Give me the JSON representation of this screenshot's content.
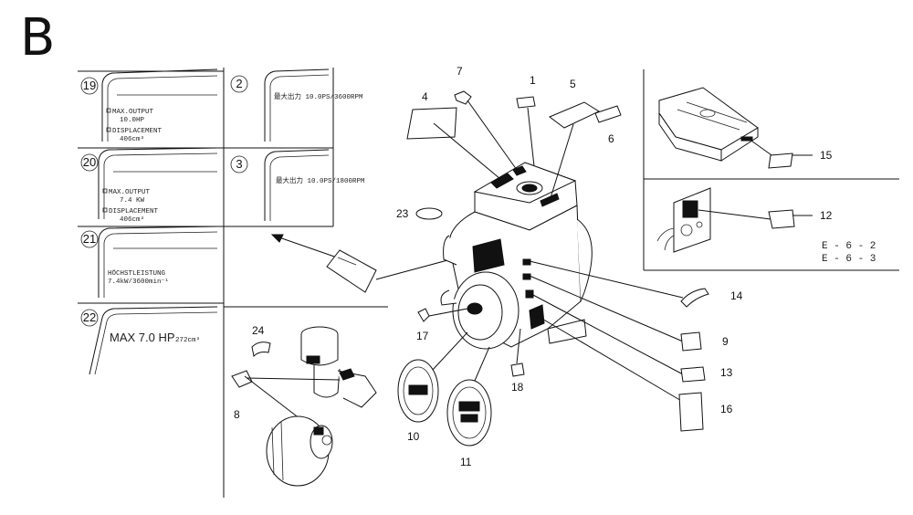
{
  "section_letter": "B",
  "panels": {
    "p19": {
      "number": "19",
      "lines": [
        "MAX.OUTPUT",
        "10.0HP",
        "DISPLACEMENT",
        "406cm³"
      ]
    },
    "p2": {
      "number": "2",
      "lines": [
        "最大出力 10.0PS/3600RPM"
      ]
    },
    "p20": {
      "number": "20",
      "lines": [
        "MAX.OUTPUT",
        "7.4 KW",
        "DISPLACEMENT",
        "406cm³"
      ]
    },
    "p3": {
      "number": "3",
      "lines": [
        "最大出力 10.0PS/1800RPM"
      ]
    },
    "p21": {
      "number": "21",
      "lines": [
        "HÖCHSTLEISTUNG",
        "7.4kW/3600min⁻¹"
      ]
    },
    "p22": {
      "number": "22",
      "lines": [
        "MAX 7.0 HP",
        "272cm³"
      ]
    }
  },
  "callouts": {
    "c1": "1",
    "c4": "4",
    "c5": "5",
    "c6": "6",
    "c7": "7",
    "c8": "8",
    "c9": "9",
    "c10": "10",
    "c11": "11",
    "c12": "12",
    "c13": "13",
    "c14": "14",
    "c15": "15",
    "c16": "16",
    "c17": "17",
    "c18": "18",
    "c23": "23",
    "c24": "24"
  },
  "codes": [
    "E - 6 - 2",
    "E - 6 - 3"
  ]
}
